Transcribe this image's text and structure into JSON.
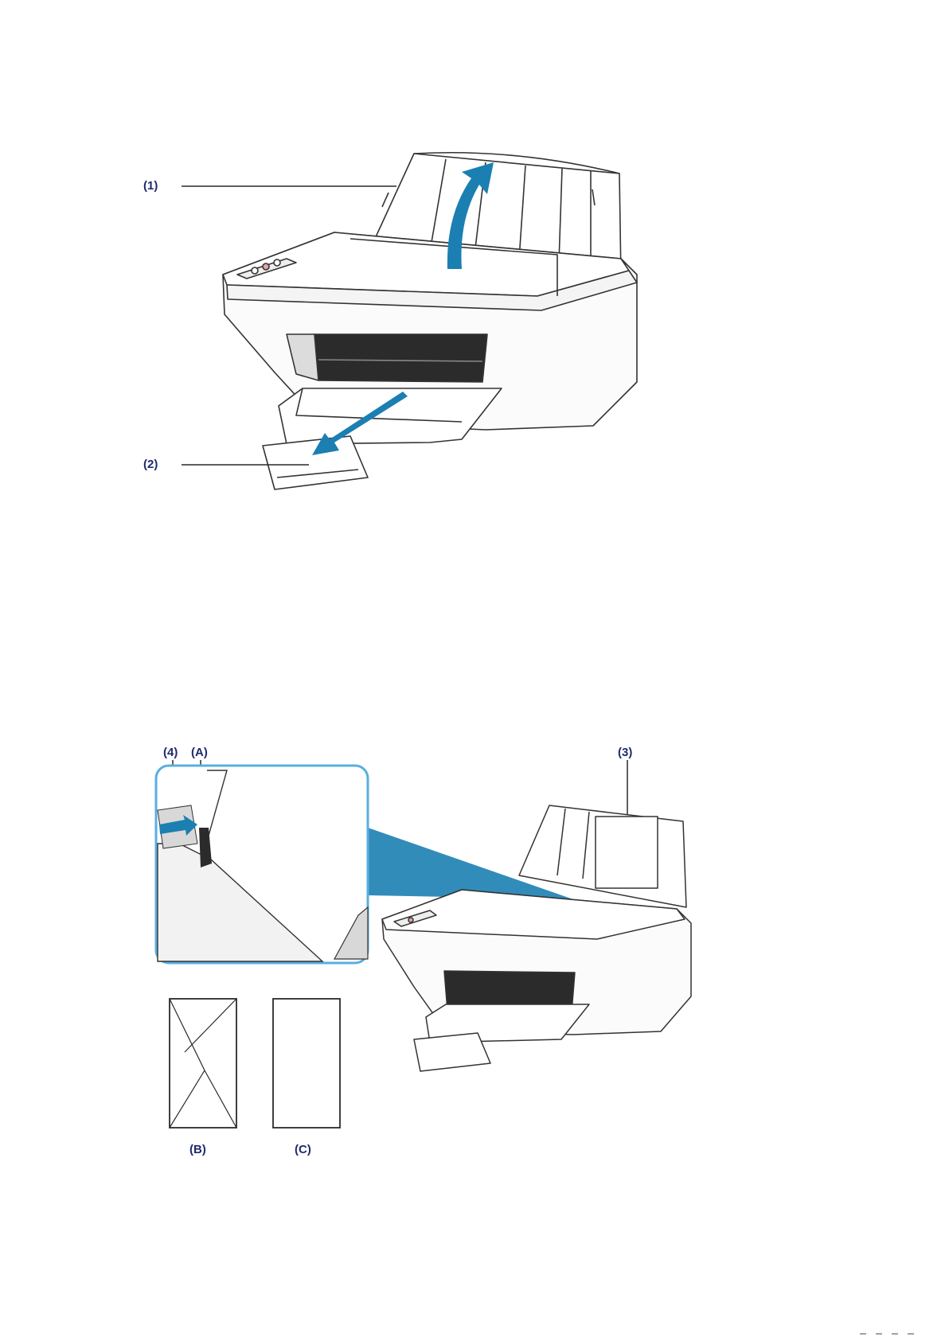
{
  "figure1": {
    "label_paper_support": "(1)",
    "label_output_tray_extension": "(2)"
  },
  "figure2": {
    "label_paper_stack": "(3)",
    "label_paper_guide": "(4)",
    "label_paper_guide_side": "(A)",
    "label_envelope_back": "(B)",
    "label_envelope_front": "(C)"
  },
  "colors": {
    "label": "#1f2a6b",
    "arrow": "#1b7fb2",
    "line": "#2a2a2a",
    "callout_border": "#5aaee0"
  }
}
